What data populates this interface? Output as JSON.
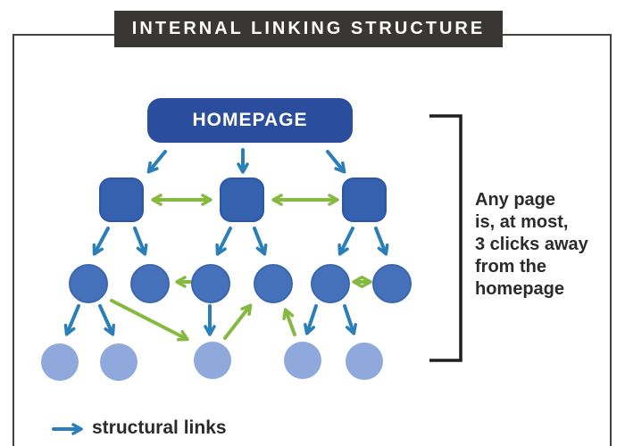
{
  "header": {
    "title": "INTERNAL LINKING STRUCTURE"
  },
  "diagram": {
    "homepage_label": "HOMEPAGE",
    "annotation": "Any page\nis, at most,\n3 clicks away\nfrom the\nhomepage",
    "structure": {
      "level_1_nodes": 1,
      "level_2_nodes": 3,
      "level_3_nodes": 6,
      "level_4_nodes": 5,
      "max_clicks_from_homepage": 3
    }
  },
  "legend": {
    "structural_links_label": "structural links"
  },
  "colors": {
    "banner_bg": "#393733",
    "frame_border": "#45433f",
    "homepage_node": "#2a4d9d",
    "mid_node_blue": "#3c68b2",
    "circle_node_blue": "#4571ba",
    "light_node_blue": "#8fa9dc",
    "structural_link_blue": "#2b7fb8",
    "cross_link_green": "#85ba41",
    "text_dark": "#2b2b2b"
  }
}
